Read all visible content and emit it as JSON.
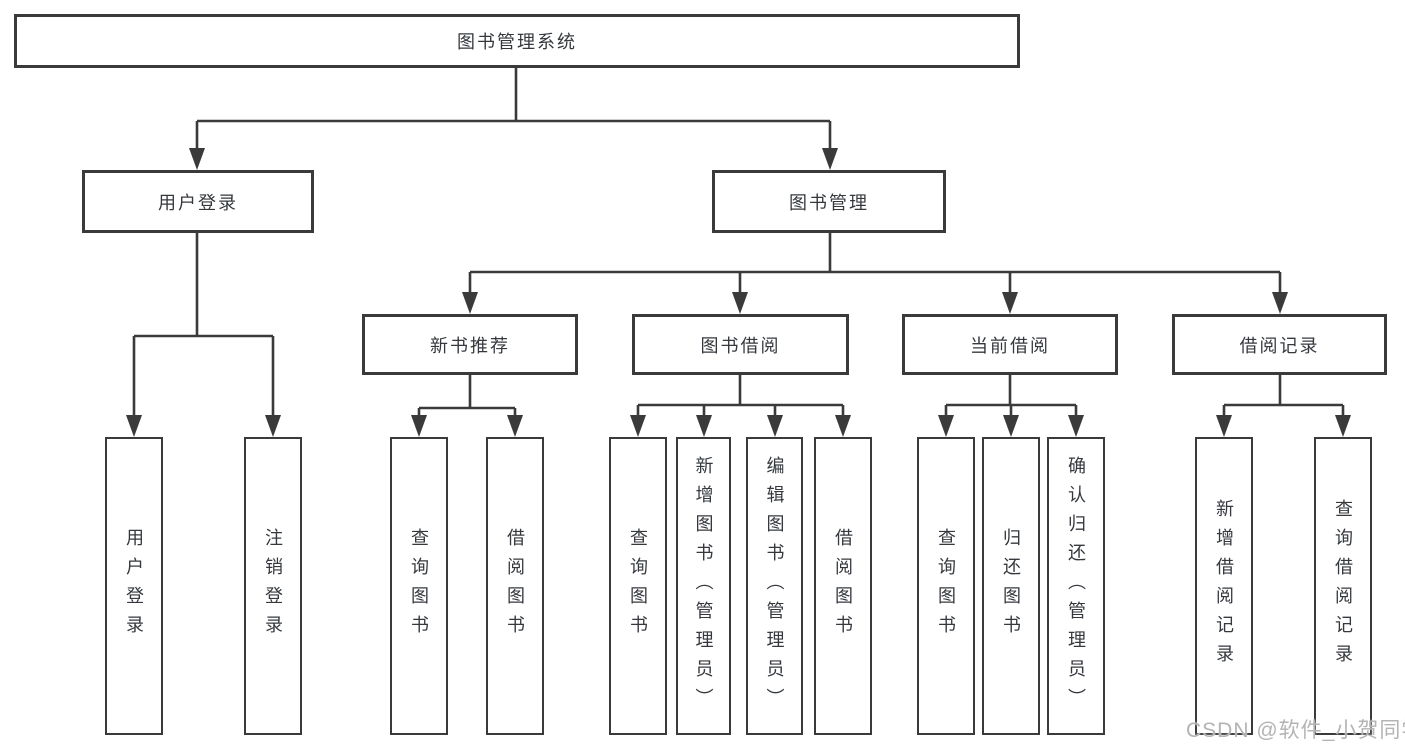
{
  "watermark": "CSDN @软件_小贺同学",
  "colors": {
    "line": "#3a3a3a",
    "text": "#35393e",
    "background": "#ffffff",
    "watermark": "#b4b4b4"
  },
  "tree": {
    "root": {
      "label": "图书管理系统"
    },
    "level2": [
      {
        "label": "用户登录",
        "children": [
          {
            "label": "用户登录"
          },
          {
            "label": "注销登录"
          }
        ]
      },
      {
        "label": "图书管理",
        "children": [
          {
            "label": "新书推荐",
            "children": [
              {
                "label": "查询图书"
              },
              {
                "label": "借阅图书"
              }
            ]
          },
          {
            "label": "图书借阅",
            "children": [
              {
                "label": "查询图书"
              },
              {
                "label": "新增图书（管理员）"
              },
              {
                "label": "编辑图书（管理员）"
              },
              {
                "label": "借阅图书"
              }
            ]
          },
          {
            "label": "当前借阅",
            "children": [
              {
                "label": "查询图书"
              },
              {
                "label": "归还图书"
              },
              {
                "label": "确认归还（管理员）"
              }
            ]
          },
          {
            "label": "借阅记录",
            "children": [
              {
                "label": "新增借阅记录"
              },
              {
                "label": "查询借阅记录"
              }
            ]
          }
        ]
      }
    ]
  }
}
